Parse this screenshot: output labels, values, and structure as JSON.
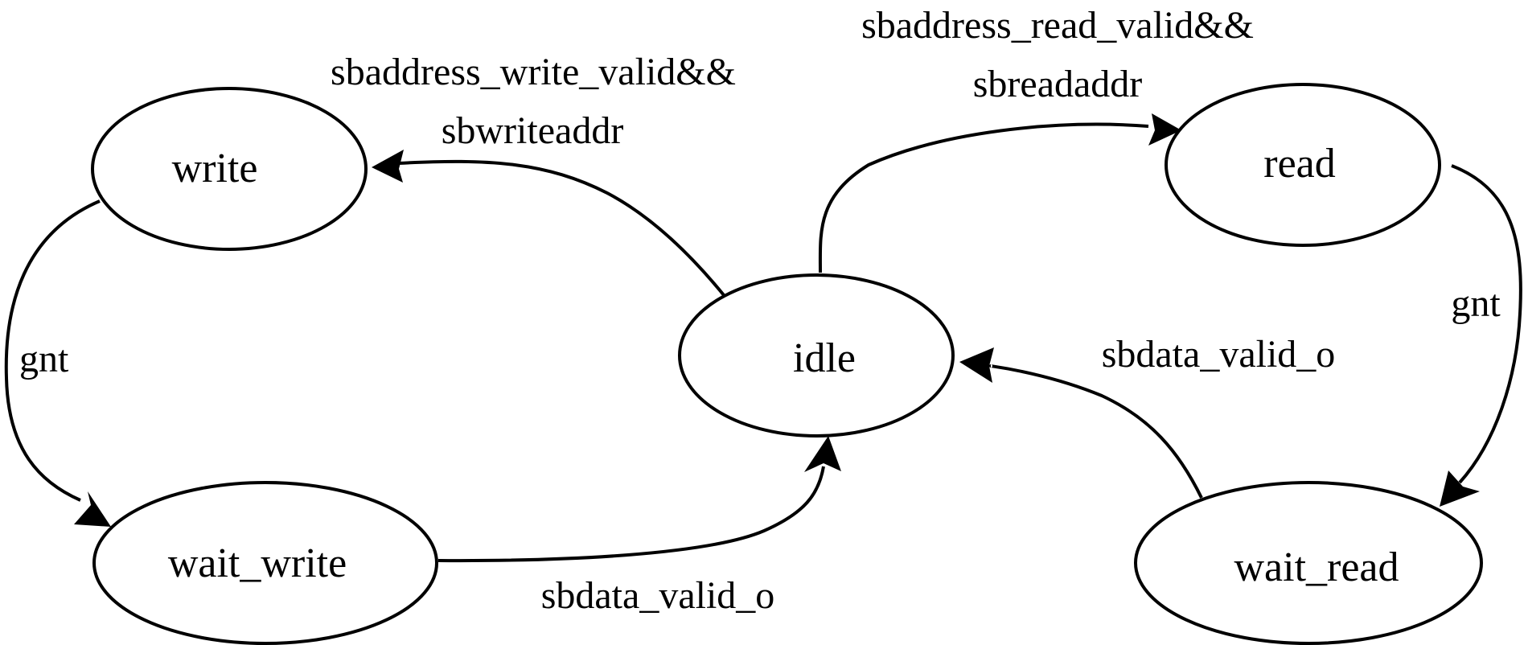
{
  "diagram": {
    "type": "state-machine",
    "states": {
      "write": "write",
      "read": "read",
      "idle": "idle",
      "wait_write": "wait_write",
      "wait_read": "wait_read"
    },
    "transitions": [
      {
        "from": "idle",
        "to": "write",
        "label_lines": [
          "sbaddress_write_valid&&",
          "sbwriteaddr"
        ]
      },
      {
        "from": "idle",
        "to": "read",
        "label_lines": [
          "sbaddress_read_valid&&",
          "sbreadaddr"
        ]
      },
      {
        "from": "write",
        "to": "wait_write",
        "label_lines": [
          "gnt"
        ]
      },
      {
        "from": "read",
        "to": "wait_read",
        "label_lines": [
          "gnt"
        ]
      },
      {
        "from": "wait_write",
        "to": "idle",
        "label_lines": [
          "sbdata_valid_o"
        ]
      },
      {
        "from": "wait_read",
        "to": "idle",
        "label_lines": [
          "sbdata_valid_o"
        ]
      }
    ]
  },
  "colors": {
    "stroke": "#000000",
    "background": "#ffffff"
  }
}
